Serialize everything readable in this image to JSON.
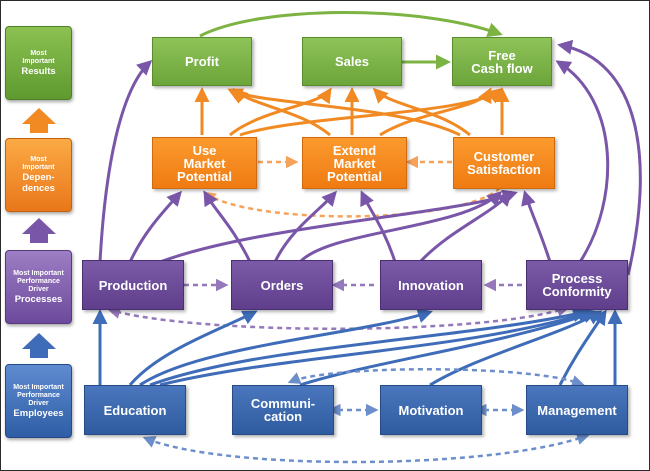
{
  "legend": {
    "results": {
      "prefix": "Most Important",
      "main": "Results",
      "color": "#7cb342"
    },
    "dependences": {
      "prefix": "Most Important",
      "main": "Depen-dences",
      "color": "#f28a24"
    },
    "processes": {
      "prefix": "Most Important Performance Driver",
      "main": "Processes",
      "color": "#7a56a8"
    },
    "employees": {
      "prefix": "Most Important Performance Driver",
      "main": "Employees",
      "color": "#3f6cb8"
    }
  },
  "nodes": {
    "profit": "Profit",
    "sales": "Sales",
    "free_cash_flow": "Free\nCash flow",
    "use_market_potential": "Use\nMarket\nPotential",
    "extend_market_potential": "Extend\nMarket\nPotential",
    "customer_satisfaction": "Customer\nSatisfaction",
    "production": "Production",
    "orders": "Orders",
    "innovation": "Innovation",
    "process_conformity": "Process\nConformity",
    "education": "Education",
    "communication": "Communi-\ncation",
    "motivation": "Motivation",
    "management": "Management"
  },
  "colors": {
    "green": "#7cb342",
    "orange": "#f28a24",
    "purple": "#7a56a8",
    "blue": "#3f6cb8"
  }
}
